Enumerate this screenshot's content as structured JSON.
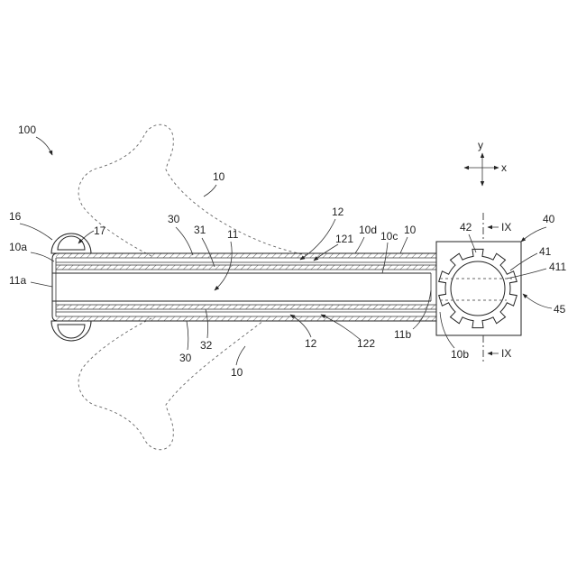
{
  "labels": {
    "ref_100": "100",
    "ref_10_upper_bone": "10",
    "ref_16": "16",
    "ref_17": "17",
    "ref_10a": "10a",
    "ref_11a": "11a",
    "ref_30_upper": "30",
    "ref_31": "31",
    "ref_11": "11",
    "ref_12_upper": "12",
    "ref_121": "121",
    "ref_10d": "10d",
    "ref_10c": "10c",
    "ref_10_tube": "10",
    "ref_40": "40",
    "ref_42": "42",
    "ref_41": "41",
    "ref_411": "411",
    "ref_45": "45",
    "ref_11b": "11b",
    "ref_10b": "10b",
    "ref_30_lower": "30",
    "ref_32": "32",
    "ref_12_lower": "12",
    "ref_122": "122",
    "ref_10_lower_bone": "10"
  },
  "axes": {
    "y_label": "y",
    "x_label": "x"
  },
  "section": {
    "top_label": "IX",
    "bottom_label": "IX"
  }
}
